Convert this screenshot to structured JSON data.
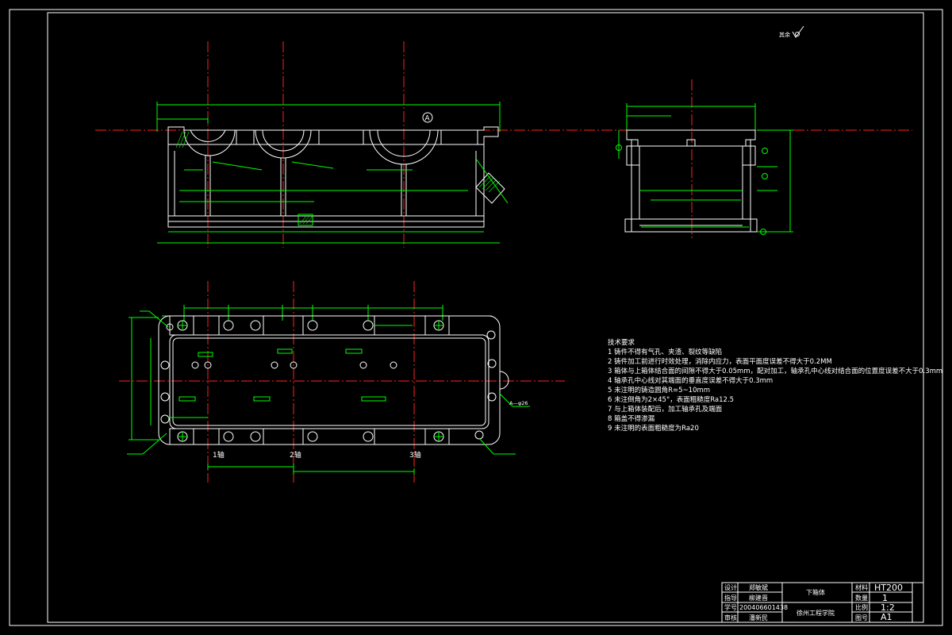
{
  "drawing": {
    "roughness_mark": "其余",
    "technical_requirements": {
      "heading": "技术要求",
      "items": [
        "1 铸件不得有气孔、夹渣、裂纹等缺陷",
        "2 铸件加工前进行时效处理，消除内应力，表面平面度误差不得大于0.2MM",
        "3 箱体与上箱体结合面的间隙不得大于0.05mm，配对加工，轴承孔中心线对结合面的位置度误差不大于0.3mm",
        "4 轴承孔中心线对其端面的垂直度误差不得大于0.3mm",
        "5 未注明的铸造圆角R=5~10mm",
        "6 未注倒角为2×45°，表面粗糙度Ra12.5",
        "7 与上箱体装配后，加工轴承孔及端面",
        "8 箱盖不得渗漏",
        "9 未注明的表面粗糙度为Ra20"
      ]
    },
    "bay_labels": [
      "1轴",
      "2轴",
      "3轴"
    ],
    "section_marker": "A",
    "hole_callout": "A—φ26",
    "title_block": {
      "rows": [
        [
          "设计",
          "郑敏斌"
        ],
        [
          "指导",
          "柳建晋"
        ],
        [
          "学号",
          "200406601438"
        ],
        [
          "审核",
          "潘新民"
        ]
      ],
      "part_name": "下箱体",
      "school": "徐州工程学院",
      "fields": [
        {
          "label": "材料",
          "value": "HT200"
        },
        {
          "label": "数量",
          "value": "1"
        },
        {
          "label": "比例",
          "value": "1:2"
        },
        {
          "label": "图号",
          "value": "A1"
        }
      ]
    }
  }
}
